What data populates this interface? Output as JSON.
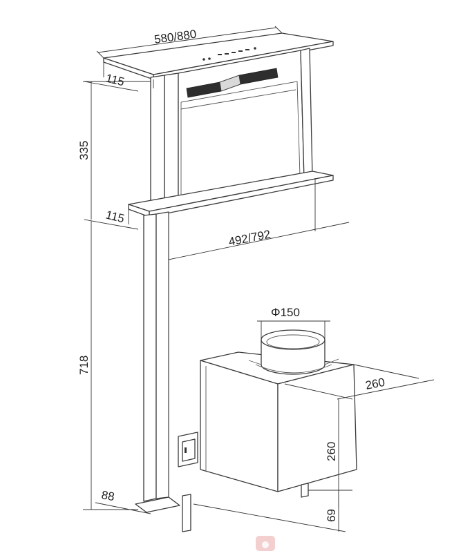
{
  "dimensions": {
    "top_width": "580/880",
    "top_depth": "115",
    "upper_height": "335",
    "lower_depth": "115",
    "inner_width": "492/792",
    "duct_diameter": "Φ150",
    "motor_depth": "260",
    "motor_height": "260",
    "total_lower_height": "718",
    "base_depth": "88",
    "foot_height": "69"
  },
  "colors": {
    "line": "#3a3a3a",
    "background": "#ffffff"
  }
}
